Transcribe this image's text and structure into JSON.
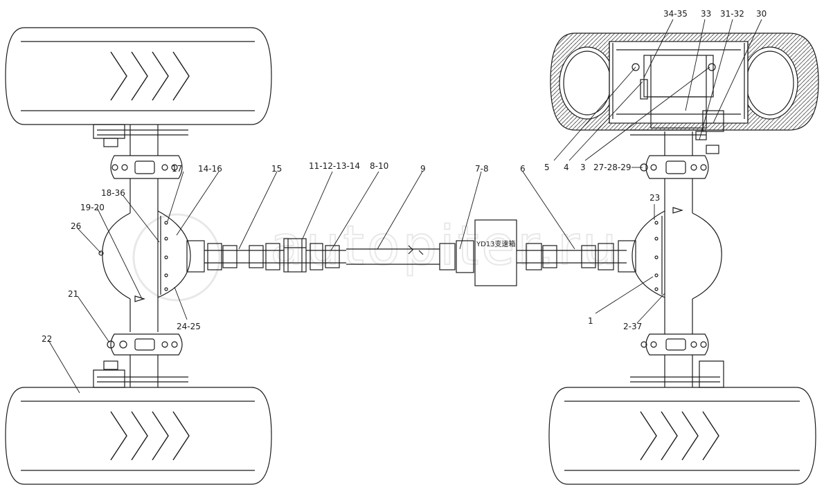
{
  "watermark": "autopiter.ru",
  "gearbox_label": "YD13变速箱",
  "callouts": {
    "c1": "1",
    "c2_37": "2-37",
    "c3": "3",
    "c4": "4",
    "c5": "5",
    "c6": "6",
    "c7_8": "7-8",
    "c8_10": "8-10",
    "c9": "9",
    "c11_14": "11-12-13-14",
    "c14_16": "14-16",
    "c15": "15",
    "c17": "17",
    "c18_36": "18-36",
    "c19_20": "19-20",
    "c21": "21",
    "c22": "22",
    "c23": "23",
    "c24_25": "24-25",
    "c26": "26",
    "c27_29": "27-28-29",
    "c30": "30",
    "c31_32": "31-32",
    "c33": "33",
    "c34_35": "34-35"
  },
  "colors": {
    "line": "#1a1a1a",
    "hatch": "#555555",
    "watermark": "#e8e8e8"
  }
}
